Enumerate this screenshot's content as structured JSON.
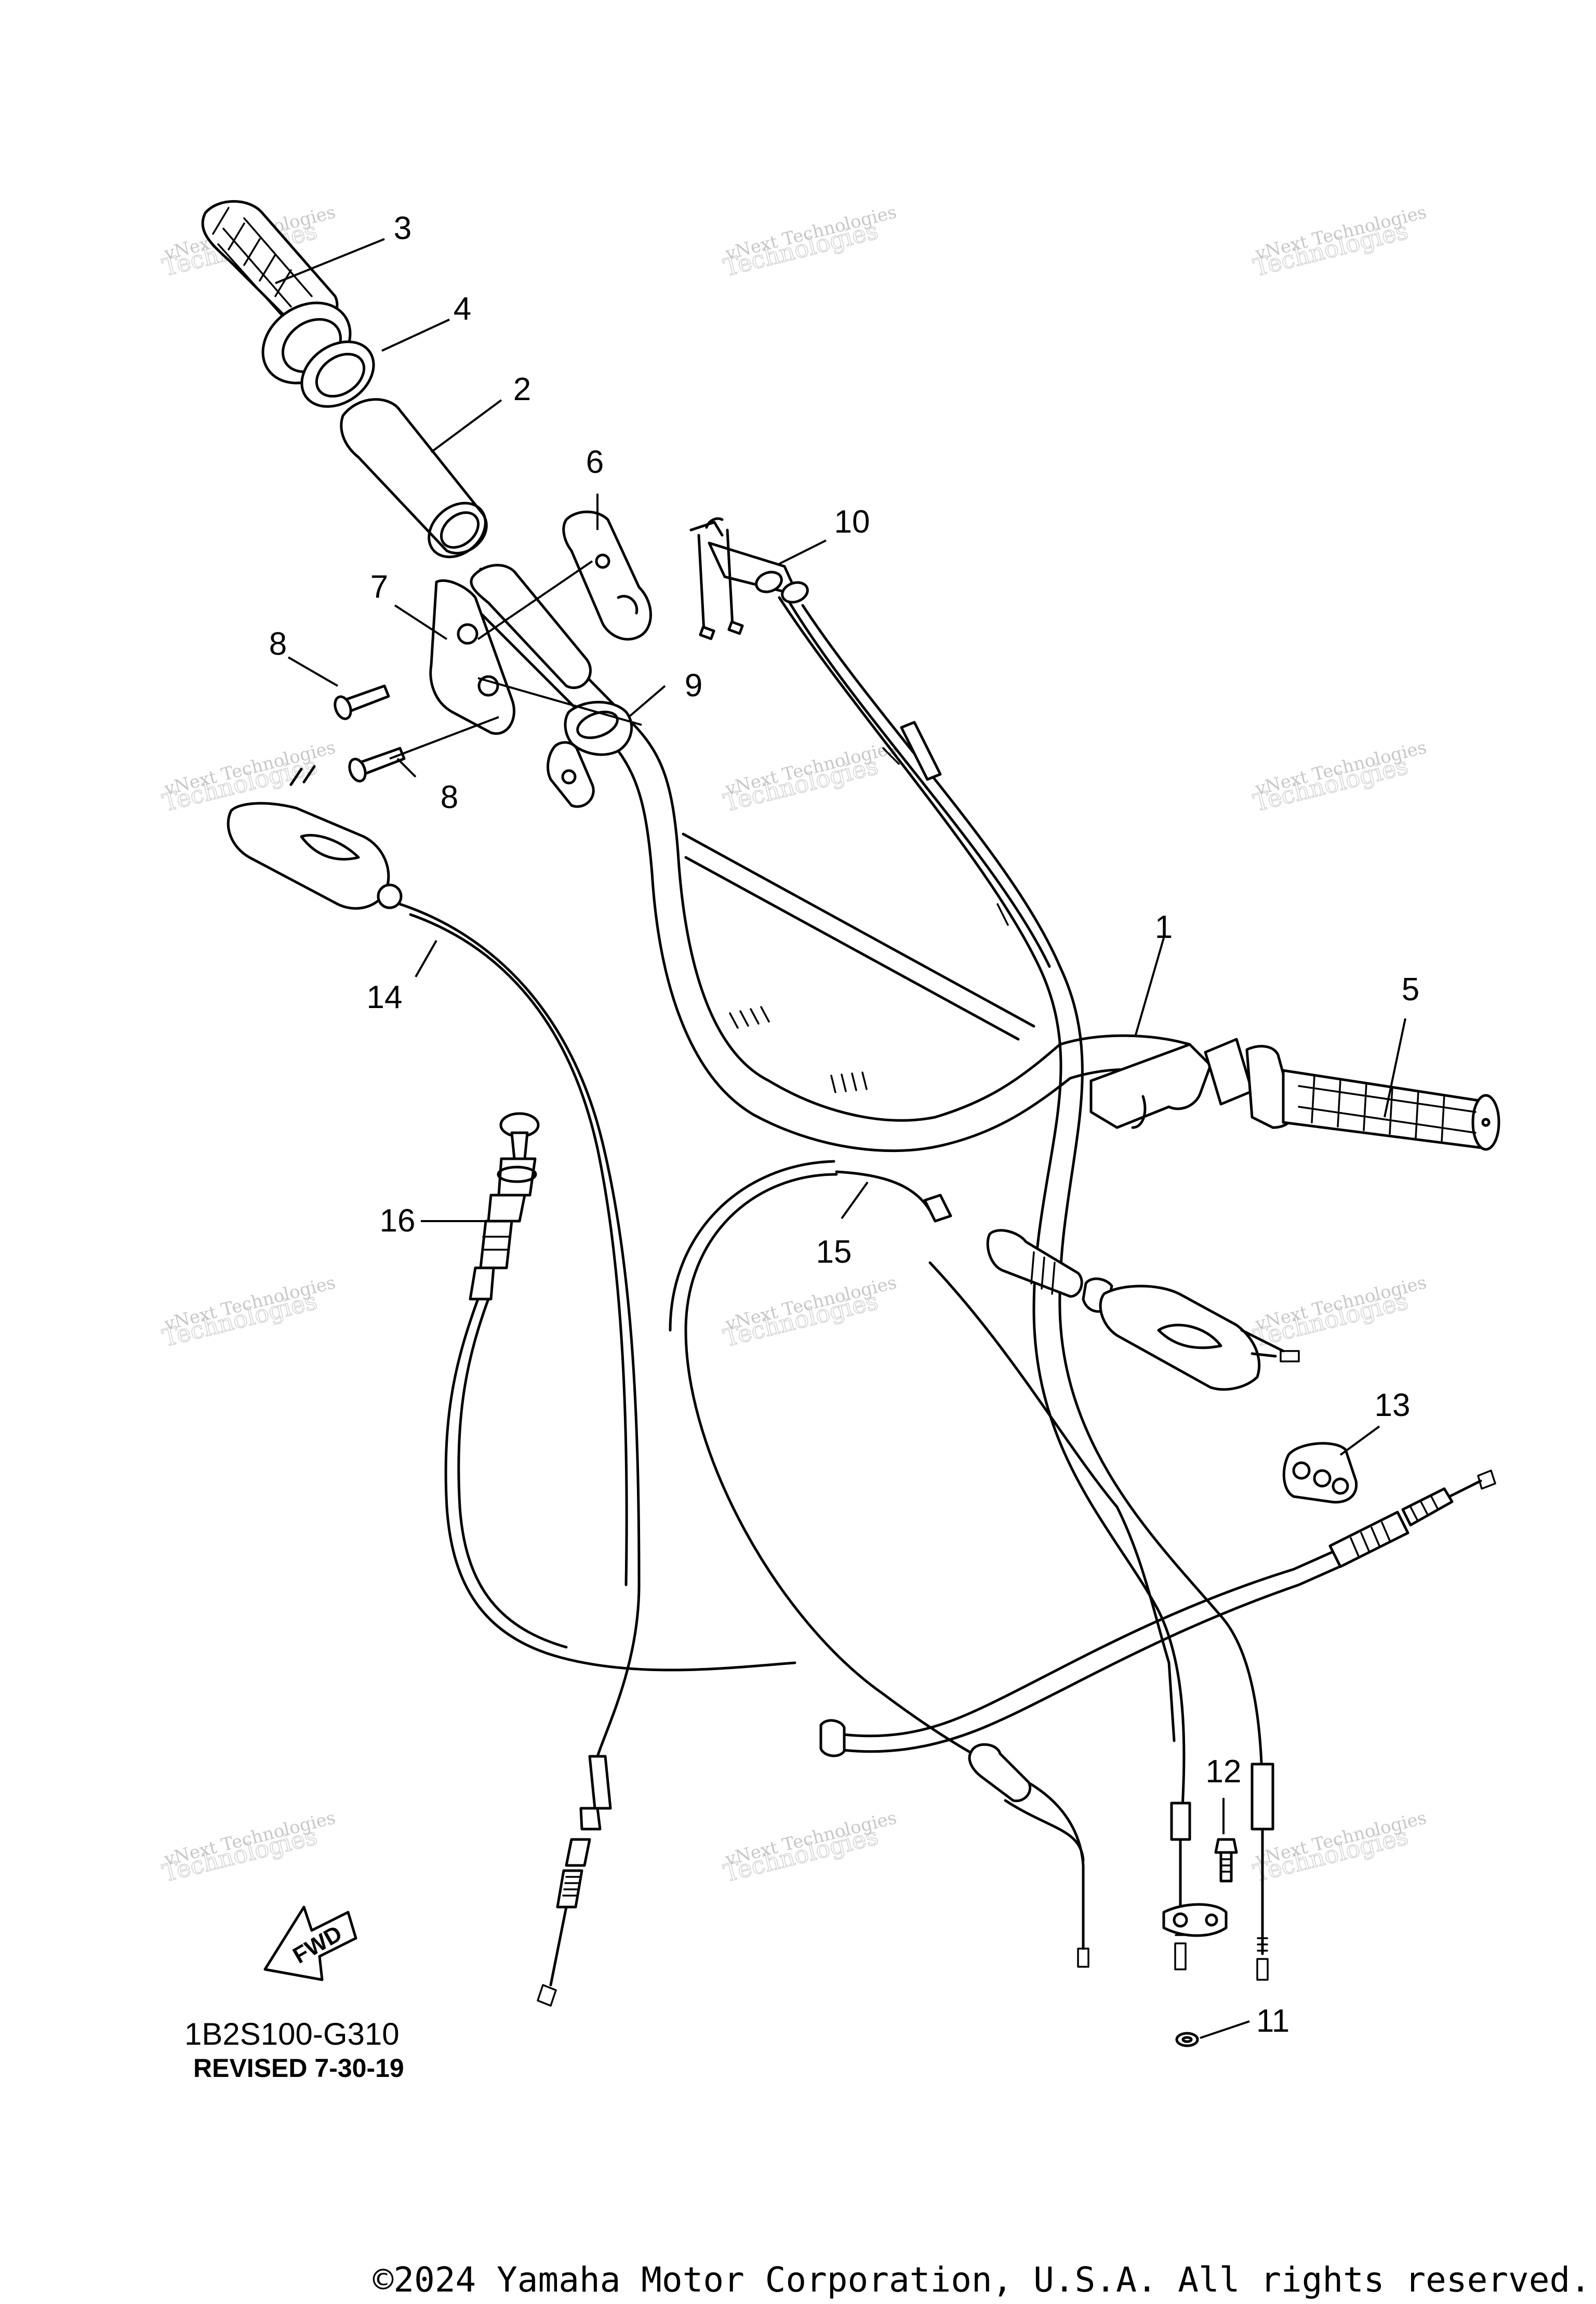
{
  "diagram": {
    "callouts": [
      {
        "id": "1",
        "label": "1"
      },
      {
        "id": "2",
        "label": "2"
      },
      {
        "id": "3",
        "label": "3"
      },
      {
        "id": "4",
        "label": "4"
      },
      {
        "id": "5",
        "label": "5"
      },
      {
        "id": "6",
        "label": "6"
      },
      {
        "id": "7",
        "label": "7"
      },
      {
        "id": "8a",
        "label": "8"
      },
      {
        "id": "8b",
        "label": "8"
      },
      {
        "id": "9",
        "label": "9"
      },
      {
        "id": "10",
        "label": "10"
      },
      {
        "id": "11",
        "label": "11"
      },
      {
        "id": "12",
        "label": "12"
      },
      {
        "id": "13",
        "label": "13"
      },
      {
        "id": "14",
        "label": "14"
      },
      {
        "id": "15",
        "label": "15"
      },
      {
        "id": "16",
        "label": "16"
      }
    ],
    "fwd_label": "FWD",
    "diagram_code": "1B2S100-G310",
    "revised": "REVISED 7-30-19",
    "watermark": {
      "line1": "vNext Technologies",
      "line2": "Technologies"
    }
  },
  "footer": {
    "copyright": "©2024 Yamaha Motor Corporation, U.S.A. All rights reserved."
  }
}
